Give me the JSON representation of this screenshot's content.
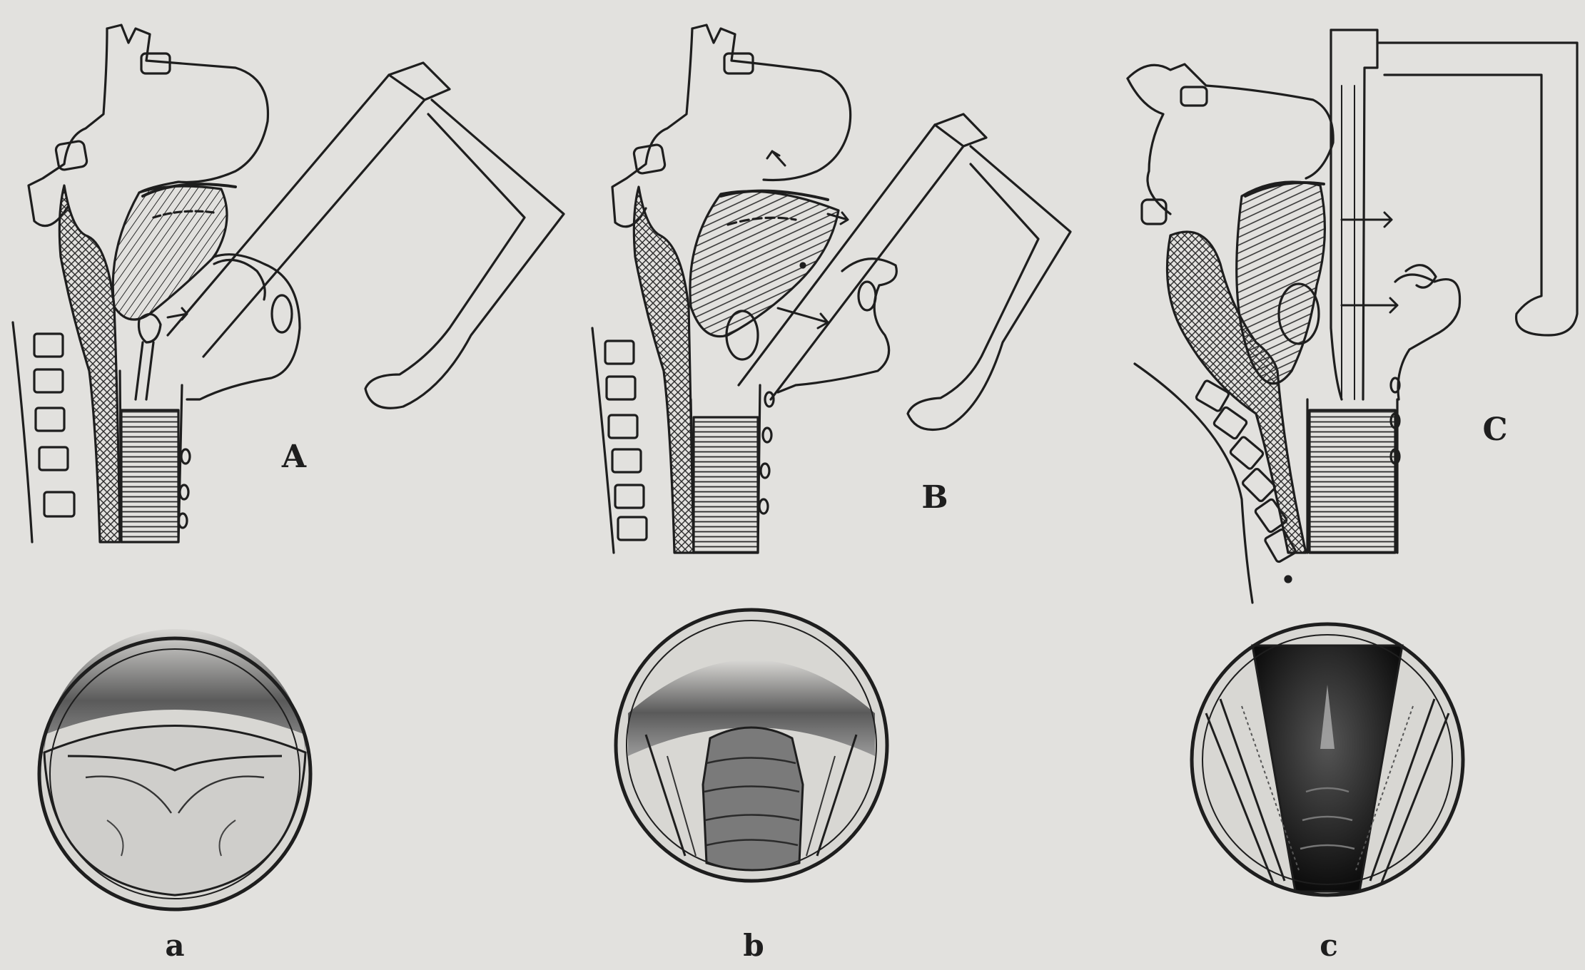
{
  "figure": {
    "panels": [
      {
        "id": "A",
        "label": "A",
        "view_label": "a"
      },
      {
        "id": "B",
        "label": "B",
        "view_label": "b"
      },
      {
        "id": "C",
        "label": "C",
        "view_label": "c"
      }
    ],
    "colors": {
      "paper": "#e2e1de",
      "ink": "#1e1e1e",
      "shade": "#3a3a3a",
      "dark": "#111111"
    }
  }
}
